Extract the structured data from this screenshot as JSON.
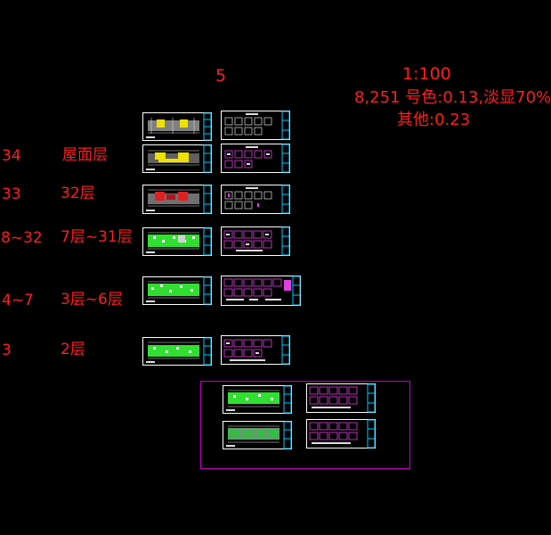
{
  "header": {
    "number": "5",
    "scale": "1:100",
    "line1": "8,251 号色:0.13,淡显70%",
    "line2": "其他:0.23"
  },
  "rows": [
    {
      "floor_index": "34",
      "floor_name": "屋面层",
      "plan_color": "yellow"
    },
    {
      "floor_index": "33",
      "floor_name": "32层",
      "plan_color": "red"
    },
    {
      "floor_index": "8~32",
      "floor_name": "7层~31层",
      "plan_color": "green"
    },
    {
      "floor_index": "4~7",
      "floor_name": "3层~6层",
      "plan_color": "green"
    },
    {
      "floor_index": "3",
      "floor_name": "2层",
      "plan_color": "green"
    }
  ],
  "colors": {
    "background": "#000000",
    "text": "#ff1e1e",
    "frame": "#ffffff",
    "titleblock": "#00c8ff",
    "group_box": "#c000c0",
    "yellow_fill": "#f0e000",
    "red_fill": "#e02020",
    "green_fill": "#30e030",
    "magenta_fill": "#e040e0"
  }
}
